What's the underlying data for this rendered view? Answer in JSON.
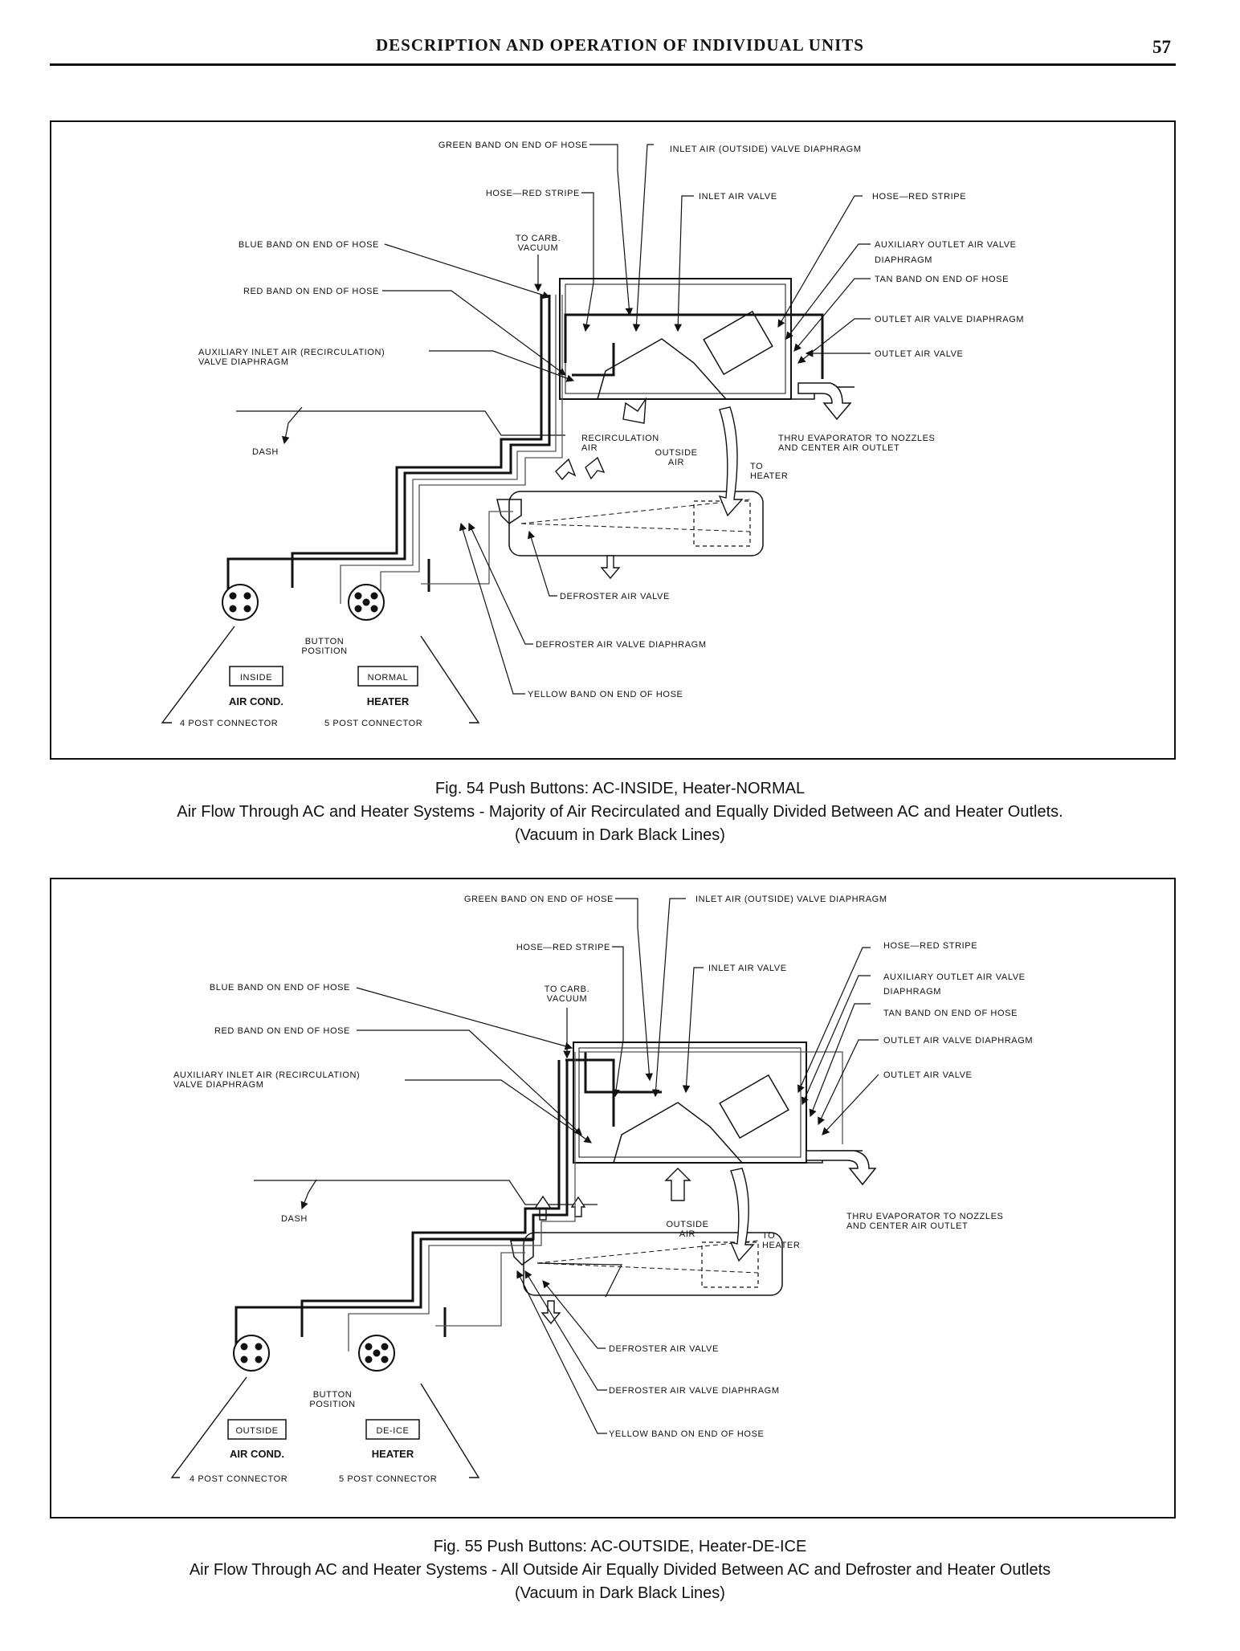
{
  "header": {
    "title": "DESCRIPTION AND OPERATION OF INDIVIDUAL UNITS",
    "page_number": "57"
  },
  "fig54": {
    "labels": {
      "green_band": "GREEN BAND ON END OF HOSE",
      "inlet_diaphragm": "INLET AIR (OUTSIDE) VALVE DIAPHRAGM",
      "hose_red_left": "HOSE—RED STRIPE",
      "inlet_valve": "INLET AIR VALVE",
      "hose_red_right": "HOSE—RED STRIPE",
      "carb_1": "TO CARB.",
      "carb_2": "VACUUM",
      "blue_band": "BLUE BAND ON END OF HOSE",
      "aux_outlet_1": "AUXILIARY OUTLET AIR VALVE",
      "aux_outlet_2": "DIAPHRAGM",
      "tan_band": "TAN BAND ON END OF HOSE",
      "red_band": "RED BAND ON END OF HOSE",
      "outlet_diaphragm": "OUTLET AIR VALVE DIAPHRAGM",
      "aux_inlet_1": "AUXILIARY INLET AIR (RECIRCULATION)",
      "aux_inlet_2": "VALVE DIAPHRAGM",
      "outlet_valve": "OUTLET AIR VALVE",
      "recirc_1": "RECIRCULATION",
      "recirc_2": "AIR",
      "thru_1": "THRU EVAPORATOR TO NOZZLES",
      "thru_2": "AND CENTER AIR OUTLET",
      "dash": "DASH",
      "outside_1": "OUTSIDE",
      "outside_2": "AIR",
      "to_heater_1": "TO",
      "to_heater_2": "HEATER",
      "defroster_valve": "DEFROSTER AIR VALVE",
      "button_1": "BUTTON",
      "button_2": "POSITION",
      "defroster_diaphragm": "DEFROSTER AIR VALVE DIAPHRAGM",
      "btn_ac": "INSIDE",
      "btn_heater": "NORMAL",
      "air_cond": "AIR COND.",
      "heater": "HEATER",
      "yellow_band": "YELLOW BAND ON END OF HOSE",
      "post4": "4 POST CONNECTOR",
      "post5": "5 POST CONNECTOR"
    },
    "caption": [
      "Fig. 54  Push Buttons:  AC-INSIDE, Heater-NORMAL",
      "Air Flow Through AC and Heater Systems - Majority of Air Recirculated and Equally Divided Between AC and Heater Outlets.",
      "(Vacuum in Dark Black Lines)"
    ]
  },
  "fig55": {
    "labels": {
      "green_band": "GREEN BAND ON END OF HOSE",
      "inlet_diaphragm": "INLET AIR (OUTSIDE) VALVE DIAPHRAGM",
      "hose_red_left": "HOSE—RED STRIPE",
      "hose_red_right": "HOSE—RED STRIPE",
      "inlet_valve": "INLET AIR VALVE",
      "aux_outlet_1": "AUXILIARY OUTLET AIR VALVE",
      "aux_outlet_2": "DIAPHRAGM",
      "carb_1": "TO CARB.",
      "carb_2": "VACUUM",
      "blue_band": "BLUE BAND ON END OF HOSE",
      "tan_band": "TAN BAND ON END OF HOSE",
      "red_band": "RED BAND ON END OF HOSE",
      "outlet_diaphragm": "OUTLET AIR VALVE DIAPHRAGM",
      "aux_inlet_1": "AUXILIARY INLET AIR (RECIRCULATION)",
      "aux_inlet_2": "VALVE DIAPHRAGM",
      "outlet_valve": "OUTLET AIR VALVE",
      "dash": "DASH",
      "thru_1": "THRU EVAPORATOR TO NOZZLES",
      "thru_2": "AND CENTER AIR OUTLET",
      "outside_1": "OUTSIDE",
      "outside_2": "AIR",
      "to_heater_1": "TO",
      "to_heater_2": "HEATER",
      "defroster_valve": "DEFROSTER AIR VALVE",
      "button_1": "BUTTON",
      "button_2": "POSITION",
      "btn_ac": "OUTSIDE",
      "btn_heater": "DE-ICE",
      "defroster_diaphragm": "DEFROSTER AIR VALVE DIAPHRAGM",
      "air_cond": "AIR COND.",
      "heater": "HEATER",
      "post4": "4 POST CONNECTOR",
      "post5": "5 POST CONNECTOR",
      "yellow_band": "YELLOW BAND ON END OF HOSE"
    },
    "caption": [
      "Fig. 55  Push Buttons:  AC-OUTSIDE, Heater-DE-ICE",
      "Air Flow Through AC and Heater Systems - All Outside Air Equally Divided Between AC and Defroster and Heater Outlets",
      "(Vacuum in Dark Black Lines)"
    ]
  }
}
